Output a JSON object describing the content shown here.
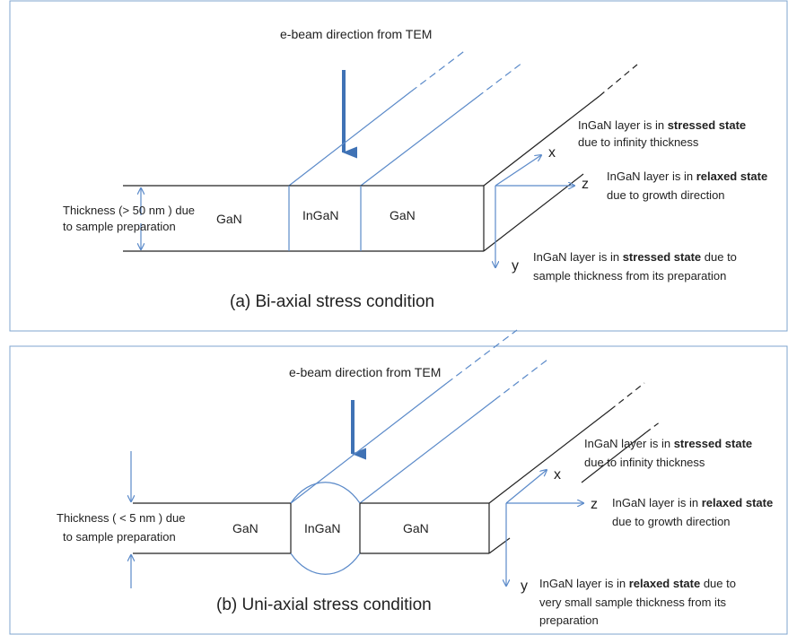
{
  "panel_a": {
    "ebeam_label": "e-beam direction from TEM",
    "thickness_label_1": "Thickness (> 50 nm ) due",
    "thickness_label_2": "to sample preparation",
    "left_layer": "GaN",
    "center_layer": "InGaN",
    "right_layer": "GaN",
    "axis_x": "x",
    "axis_z": "z",
    "axis_y": "y",
    "x_note_prefix": "InGaN layer is in ",
    "x_note_bold": "stressed state",
    "x_note_line2": "due to infinity thickness",
    "z_note_prefix": "InGaN layer is in ",
    "z_note_bold": "relaxed state",
    "z_note_line2": "due to growth direction",
    "y_note_prefix": "InGaN layer is in ",
    "y_note_bold": "stressed state",
    "y_note_suffix": " due to",
    "y_note_line2": "sample thickness from its preparation",
    "caption": "(a) Bi-axial stress condition"
  },
  "panel_b": {
    "ebeam_label": "e-beam direction from TEM",
    "thickness_label_1": "Thickness ( < 5 nm ) due",
    "thickness_label_2": "to sample preparation",
    "left_layer": "GaN",
    "center_layer": "InGaN",
    "right_layer": "GaN",
    "axis_x": "x",
    "axis_z": "z",
    "axis_y": "y",
    "x_note_prefix": "InGaN layer is in ",
    "x_note_bold": "stressed state",
    "x_note_line2": "due to infinity thickness",
    "z_note_prefix": "InGaN layer is in ",
    "z_note_bold": "relaxed state",
    "z_note_line2": "due to growth direction",
    "y_note_prefix": "InGaN layer is in ",
    "y_note_bold": "relaxed state",
    "y_note_suffix": " due to",
    "y_note_line2": "very small sample thickness from its",
    "y_note_line3": "preparation",
    "caption": "(b) Uni-axial stress condition"
  },
  "colors": {
    "line_blue": "#5b8ac9",
    "arrow_blue": "#3f72b5",
    "panel_border": "#7fa6cf",
    "text": "#222222"
  }
}
